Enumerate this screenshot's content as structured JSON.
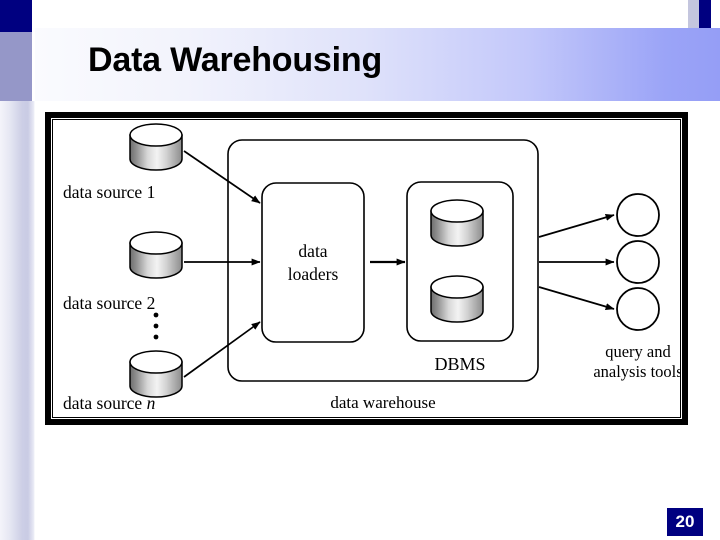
{
  "slide": {
    "title": "Data Warehousing",
    "page_number": "20",
    "colors": {
      "navy": "#000080",
      "periwinkle": "#9597c8",
      "header_left": "#fafbfe",
      "header_right": "#959ef6",
      "frame": "#000000",
      "page_number_bg": "#000080",
      "page_number_fg": "#ffffff"
    }
  },
  "diagram": {
    "name": "data-warehouse-architecture",
    "sources": [
      {
        "label": "data source 1",
        "italic_suffix": ""
      },
      {
        "label": "data source 2",
        "italic_suffix": ""
      },
      {
        "label": "data source ",
        "italic_suffix": "n"
      }
    ],
    "ellipsis": "vertical-dots",
    "loaders": {
      "line1": "data",
      "line2": "loaders"
    },
    "dbms": {
      "label": "DBMS",
      "store_count": 2
    },
    "warehouse": {
      "label": "data warehouse"
    },
    "tools": {
      "label_line1": "query and",
      "label_line2": "analysis tools",
      "node_count": 3
    }
  }
}
